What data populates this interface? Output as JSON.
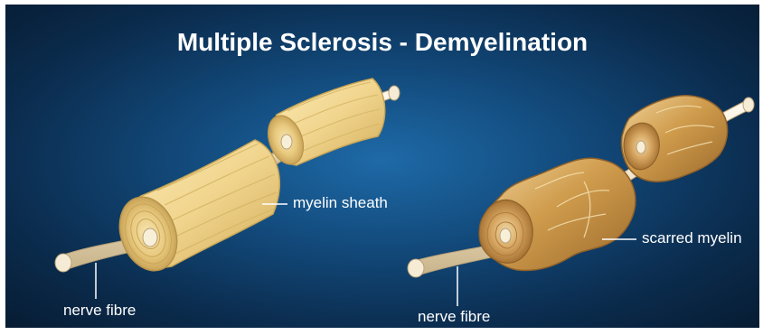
{
  "title": "Multiple Sclerosis - Demyelination",
  "labels": {
    "healthy_sheath": "myelin sheath",
    "healthy_fibre": "nerve fibre",
    "scarred_sheath": "scarred myelin",
    "damaged_fibre": "nerve fibre"
  },
  "colors": {
    "background_center": "#1e6aa8",
    "background_edge": "#071c33",
    "myelin": "#f1d58e",
    "myelin_shadow": "#d8b660",
    "scarred_myelin": "#c99445",
    "nerve_fibre": "#f2e8cf",
    "label_text": "#ffffff"
  }
}
